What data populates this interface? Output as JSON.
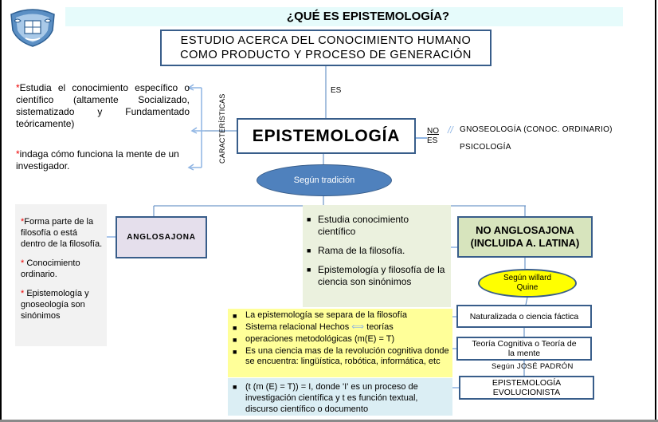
{
  "title": "¿QUÉ ES EPISTEMOLOGÍA?",
  "logo": {
    "icon": "university-crest-icon",
    "color": "#4a7fb5"
  },
  "colors": {
    "connector": "#8eb4e3",
    "box_border": "#385d8a",
    "title_band": "#e6fbfb",
    "ellipse_tradition": "#4f81bd",
    "ellipse_quine": "#ffff00",
    "anglo_fill": "#e5dfec",
    "noanglo_fill": "#d7e4bd",
    "green_panel": "#ebf1de",
    "yellow_panel": "#ffff99",
    "blue_panel": "#dbeef4",
    "gray_panel": "#f2f2f2",
    "asterisk": "#ee0000"
  },
  "definition": {
    "line1": "ESTUDIO ACERCA DEL CONOCIMIENTO HUMANO",
    "line2": "COMO PRODUCTO Y PROCESO DE GENERACIÓN"
  },
  "es_label": "ES",
  "central": "EPISTEMOLOGÍA",
  "no_es": {
    "label_no": "NO",
    "label_es": "ES",
    "slashes": "//",
    "items": [
      "GNOSEOLOGÍA (CONOC. ORDINARIO)",
      "PSICOLOGÍA"
    ]
  },
  "caracteristicas": {
    "label": "CARACTERÍSTICAS",
    "items": [
      {
        "mark": "*",
        "text": "Estudia el conocimiento específico o científico (altamente Socializado, sistematizado y Fundamentado teóricamente)"
      },
      {
        "mark": "*",
        "text": "indaga cómo funciona la mente de un investigador."
      }
    ]
  },
  "tradition": "Según tradición",
  "anglosajona": {
    "label": "ANGLOSAJONA",
    "notes": [
      {
        "mark": "*",
        "text": "Forma parte de la filosofía o está dentro de la filosofía."
      },
      {
        "mark": "*",
        "text": " Conocimiento ordinario."
      },
      {
        "mark": "*",
        "text": " Epistemología y gnoseología son sinónimos"
      }
    ]
  },
  "no_anglosajona": {
    "line1": "NO ANGLOSAJONA",
    "line2": "(INCLUIDA A. LATINA)",
    "notes": [
      "Estudia conocimiento científico",
      "Rama de la filosofía.",
      "Epistemología y filosofía de la ciencia son sinónimos"
    ],
    "quine": {
      "line1": "Según willard",
      "line2": "Quine"
    },
    "naturalizada": "Naturalizada o ciencia fáctica",
    "cognitiva": {
      "line1": "Teoría Cognitiva o Teoría de",
      "line2": "la mente"
    },
    "padron_label": "Según JOSÉ PADRÓN",
    "evolucionista": {
      "line1": "EPISTEMOLOGÍA",
      "line2": "EVOLUCIONISTA"
    },
    "naturalizada_notes": [
      "La epistemología se separa  de la filosofía",
      "Sistema relacional Hechos",
      "teorías",
      "operaciones metodológicas (m(E) = T)",
      "Es una ciencia mas  de la revolución cognitiva donde se encuentra: lingüística, robótica, informática, etc"
    ],
    "double_arrow": "⟺",
    "evolucionista_note": "(t (m (E) = T)) = I, donde 'I' es un proceso de investigación científica y t es función textual, discurso científico o documento"
  }
}
